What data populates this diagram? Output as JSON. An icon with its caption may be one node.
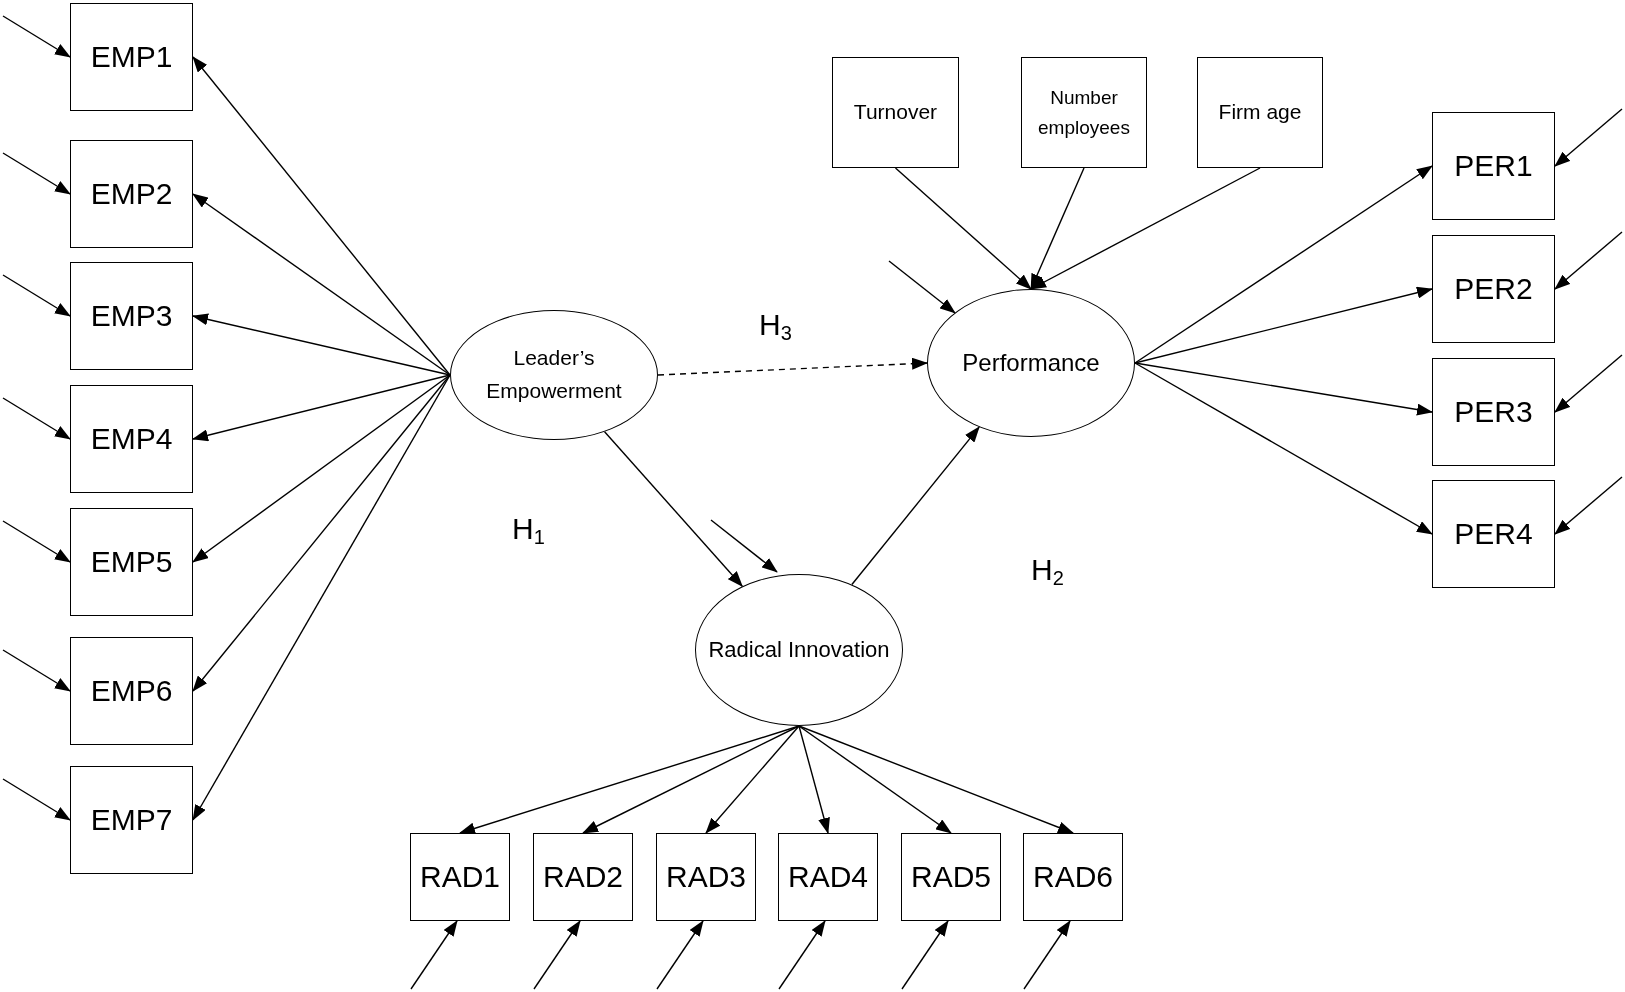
{
  "diagram": {
    "nodes": [
      {
        "text": [
          "EMP1"
        ]
      },
      {
        "text": [
          "EMP2"
        ]
      },
      {
        "text": [
          "EMP3"
        ]
      },
      {
        "text": [
          "EMP4"
        ]
      },
      {
        "text": [
          "EMP5"
        ]
      },
      {
        "text": [
          "EMP6"
        ]
      },
      {
        "text": [
          "EMP7"
        ]
      },
      {
        "text": [
          "Turnover"
        ]
      },
      {
        "text": [
          "Number employees"
        ]
      },
      {
        "text": [
          "Firm age"
        ]
      },
      {
        "text": [
          "Leader’s Empowerment"
        ]
      },
      {
        "text": [
          "Performance"
        ]
      },
      {
        "text": [
          "PER1"
        ]
      },
      {
        "text": [
          "PER2"
        ]
      },
      {
        "text": [
          "PER3"
        ]
      },
      {
        "text": [
          "PER4"
        ]
      },
      {
        "text": [
          "Radical Innovation"
        ]
      },
      {
        "text": [
          "RAD1"
        ]
      },
      {
        "text": [
          "RAD2"
        ]
      },
      {
        "text": [
          "RAD3"
        ]
      },
      {
        "text": [
          "RAD4"
        ]
      },
      {
        "text": [
          "RAD5"
        ]
      },
      {
        "text": [
          "RAD6"
        ]
      }
    ],
    "edges": [
      {
        "from": 10,
        "to": 0,
        "arrow": "to"
      },
      {
        "from": 10,
        "to": 1,
        "arrow": "to"
      },
      {
        "from": 10,
        "to": 2,
        "arrow": "to"
      },
      {
        "from": 10,
        "to": 3,
        "arrow": "to"
      },
      {
        "from": 10,
        "to": 4,
        "arrow": "to"
      },
      {
        "from": 10,
        "to": 5,
        "arrow": "to"
      },
      {
        "from": 10,
        "to": 6,
        "arrow": "to"
      },
      {
        "from": 7,
        "to": 11,
        "arrow": "to"
      },
      {
        "from": 8,
        "to": 11,
        "arrow": "to"
      },
      {
        "from": 9,
        "to": 11,
        "arrow": "to"
      },
      {
        "from": 10,
        "to": 11,
        "arrow": "to",
        "style": "dashed",
        "label": "H$_{3}$"
      },
      {
        "from": 10,
        "to": 16,
        "arrow": "to",
        "label": "H$_{1}$"
      },
      {
        "from": 16,
        "to": 11,
        "arrow": "to",
        "label": "H$_{2}$"
      },
      {
        "from": 11,
        "to": 12,
        "arrow": "to"
      },
      {
        "from": 11,
        "to": 13,
        "arrow": "to"
      },
      {
        "from": 11,
        "to": 14,
        "arrow": "to"
      },
      {
        "from": 11,
        "to": 15,
        "arrow": "to"
      },
      {
        "from": 16,
        "to": 17,
        "arrow": "to"
      },
      {
        "from": 16,
        "to": 18,
        "arrow": "to"
      },
      {
        "from": 16,
        "to": 19,
        "arrow": "to"
      },
      {
        "from": 16,
        "to": 20,
        "arrow": "to"
      },
      {
        "from": 16,
        "to": 21,
        "arrow": "to"
      },
      {
        "from": 16,
        "to": 22,
        "arrow": "to"
      },
      {
        "from": null,
        "to": 0,
        "arrow": "to"
      },
      {
        "from": null,
        "to": 1,
        "arrow": "to"
      },
      {
        "from": null,
        "to": 2,
        "arrow": "to"
      },
      {
        "from": null,
        "to": 3,
        "arrow": "to"
      },
      {
        "from": null,
        "to": 4,
        "arrow": "to"
      },
      {
        "from": null,
        "to": 5,
        "arrow": "to"
      },
      {
        "from": null,
        "to": 6,
        "arrow": "to"
      },
      {
        "from": null,
        "to": 11,
        "arrow": "to"
      },
      {
        "from": null,
        "to": 16,
        "arrow": "to"
      },
      {
        "from": null,
        "to": 12,
        "arrow": "to"
      },
      {
        "from": null,
        "to": 13,
        "arrow": "to"
      },
      {
        "from": null,
        "to": 14,
        "arrow": "to"
      },
      {
        "from": null,
        "to": 15,
        "arrow": "to"
      },
      {
        "from": null,
        "to": 17,
        "arrow": "to"
      },
      {
        "from": null,
        "to": 18,
        "arrow": "to"
      },
      {
        "from": null,
        "to": 19,
        "arrow": "to"
      },
      {
        "from": null,
        "to": 20,
        "arrow": "to"
      },
      {
        "from": null,
        "to": 21,
        "arrow": "to"
      },
      {
        "from": null,
        "to": 22,
        "arrow": "to"
      }
    ]
  }
}
